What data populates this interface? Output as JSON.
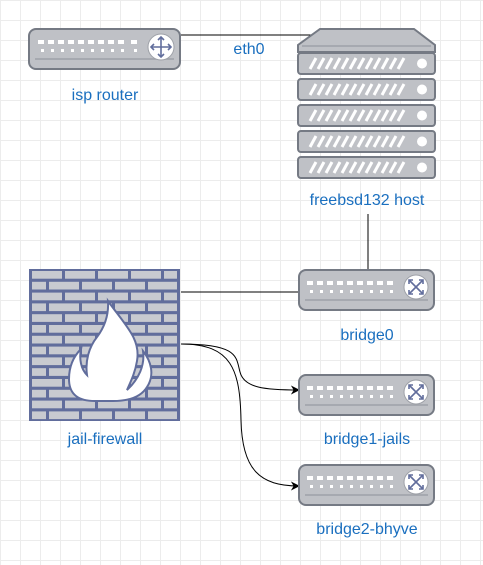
{
  "nodes": {
    "isp_router": {
      "label": "isp router",
      "icon": "router-icon"
    },
    "freebsd_host": {
      "label": "freebsd132 host",
      "icon": "server-rack-icon"
    },
    "bridge0": {
      "label": "bridge0",
      "icon": "switch-icon"
    },
    "jail_firewall": {
      "label": "jail-firewall",
      "icon": "firewall-icon"
    },
    "bridge1": {
      "label": "bridge1-jails",
      "icon": "switch-icon"
    },
    "bridge2": {
      "label": "bridge2-bhyve",
      "icon": "switch-icon"
    }
  },
  "edges": {
    "eth0": {
      "label": "eth0"
    }
  },
  "colors": {
    "label": "#1a6fbf",
    "device_fill": "#bfc1c6",
    "device_stroke": "#757a84",
    "firewall_blue": "#616d9c",
    "brick": "#c8cad0",
    "connector": "#000000"
  }
}
